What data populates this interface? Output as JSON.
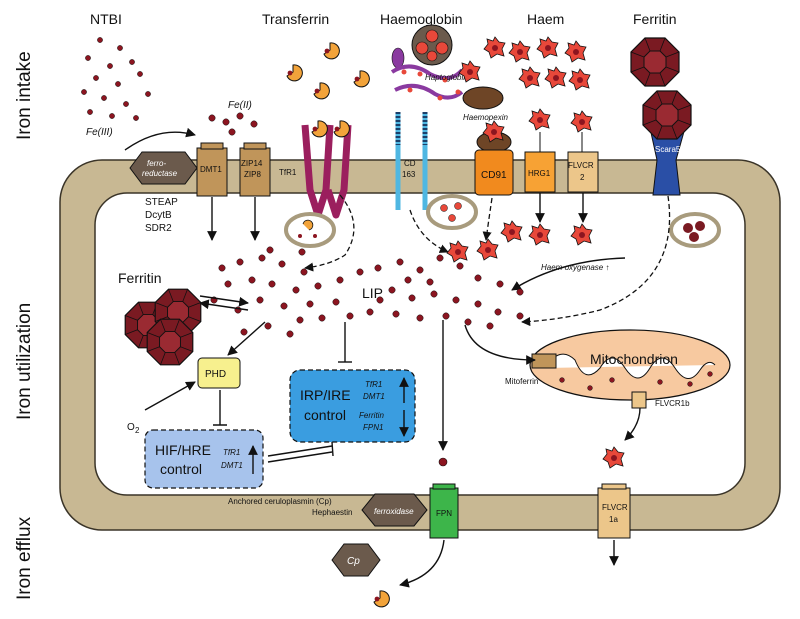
{
  "sections": {
    "iron_intake": "Iron intake",
    "iron_utilization": "Iron utilization",
    "iron_efflux": "Iron efflux"
  },
  "sources": {
    "ntbi": "NTBI",
    "transferrin": "Transferrin",
    "haemoglobin": "Haemoglobin",
    "haem": "Haem",
    "ferritin": "Ferritin"
  },
  "labels": {
    "fe3": "Fe(III)",
    "fe2": "Fe(II)",
    "ferroreductase_1": "ferro-",
    "ferroreductase_2": "reductase",
    "dmt1": "DMT1",
    "zip14": "ZIP14",
    "zip8": "ZIP8",
    "tfr1": "TfR1",
    "cd": "CD",
    "cd163": "163",
    "cd91": "CD91",
    "hrg1": "HRG1",
    "flvcr": "FLVCR",
    "flvcr_2": "2",
    "scara5": "Scara5",
    "haptoglobin": "Haptoglobin",
    "haemopexin": "Haemopexin",
    "steap": "STEAP",
    "dcytb": "DcytB",
    "sdr2": "SDR2",
    "ferritin_cyto": "Ferritin",
    "lip": "LIP",
    "haem_oxygenase": "Haem oxygenase ↑",
    "mitochondrion": "Mitochondrion",
    "mitoferrin": "Mitoferrin",
    "flvcr1b": "FLVCR1b",
    "phd": "PHD",
    "o2": "O",
    "o2_sub": "2",
    "irp_1": "IRP/IRE",
    "irp_2": "control",
    "irp_tfr1": "TfR1",
    "irp_dmt1": "DMT1",
    "irp_ferritin": "Ferritin",
    "irp_fpn1": "FPN1",
    "hif_1": "HIF/HRE",
    "hif_2": "control",
    "hif_tfr1": "TfR1",
    "hif_dmt1": "DMT1",
    "cp_1": "Anchored ceruloplasmin (Cp)",
    "cp_2": "Hephaestin",
    "ferroxidase": "ferroxidase",
    "fpn": "FPN",
    "flvcr1a_1": "FLVCR",
    "flvcr1a_2": "1a",
    "cp": "Cp"
  },
  "colors": {
    "membrane": "#c8b893",
    "membrane_edge": "#3a3428",
    "iron": "#8c1520",
    "haem": "#e8483a",
    "transferrin": "#f2a33a",
    "tfr1": "#9b1f5e",
    "dmt1": "#c0955a",
    "cd91": "#f18a1e",
    "hrg1": "#f7a234",
    "flvcr": "#ecc68a",
    "scara5": "#2a4fa6",
    "ferritin": "#7a1a22",
    "phd": "#f7f08e",
    "irp": "#3a9de0",
    "hif": "#a7c3ec",
    "fpn": "#3db54a",
    "mito": "#f7c9a0",
    "hex": "#6b5a4c",
    "haptoglobin": "#8a3aa0",
    "haemopexin": "#6e4526",
    "cd163": "#4fb7e2"
  }
}
